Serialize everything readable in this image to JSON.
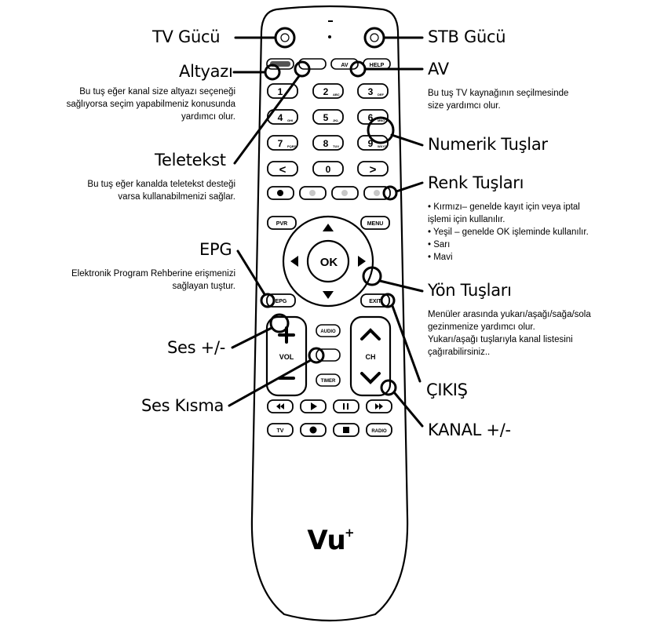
{
  "labels": {
    "tv_power": "TV Gücü",
    "stb_power": "STB Gücü",
    "subtitle": "Altyazı",
    "av": "AV",
    "numeric": "Numerik Tuşlar",
    "teletext": "Teletekst",
    "color": "Renk Tuşları",
    "epg": "EPG",
    "direction": "Yön Tuşları",
    "volume": "Ses +/-",
    "exit": "ÇIKIŞ",
    "mute": "Ses Kısma",
    "channel": "KANAL +/-"
  },
  "descriptions": {
    "subtitle": [
      "Bu tuş eğer kanal size altyazı seçeneği",
      "sağlıyorsa seçim yapabilmeniz konusunda",
      "yardımcı olur."
    ],
    "av": [
      "Bu tuş TV kaynağının seçilmesinde",
      "size yardımcı olur."
    ],
    "teletext": [
      "Bu tuş eğer kanalda teletekst desteği",
      "varsa kullanabilmenizi sağlar."
    ],
    "color": [
      "• Kırmızı– genelde kayıt için veya iptal",
      "işlemi için kullanılır.",
      "• Yeşil – genelde OK işleminde kullanılır.",
      "• Sarı",
      "• Mavi"
    ],
    "epg": [
      "Elektronik Program Rehberine erişmenizi",
      "sağlayan tuştur."
    ],
    "direction": [
      "Menüler arasında yukarı/aşağı/sağa/sola",
      "gezinmenize yardımcı olur.",
      "Yukarı/aşağı tuşlarıyla kanal listesini",
      "çağırabilirsiniz.."
    ]
  },
  "remote": {
    "top_row": [
      "",
      "",
      "AV",
      "HELP"
    ],
    "numbers": [
      {
        "num": "1",
        "sub": ""
      },
      {
        "num": "2",
        "sub": "ABC"
      },
      {
        "num": "3",
        "sub": "DEF"
      },
      {
        "num": "4",
        "sub": "GHI"
      },
      {
        "num": "5",
        "sub": "JKL"
      },
      {
        "num": "6",
        "sub": "MNO"
      },
      {
        "num": "7",
        "sub": "PQRS"
      },
      {
        "num": "8",
        "sub": "TUV"
      },
      {
        "num": "9",
        "sub": "WXYZ"
      }
    ],
    "nav_row": [
      "<",
      "0",
      ">"
    ],
    "pvr": "PVR",
    "menu": "MENU",
    "ok": "OK",
    "epg": "EPG",
    "exit": "EXIT",
    "vol": "VOL",
    "ch": "CH",
    "audio": "AUDIO",
    "timer": "TIMER",
    "tv": "TV",
    "radio": "RADIO",
    "brand": "Vu",
    "brand_sup": "+"
  }
}
